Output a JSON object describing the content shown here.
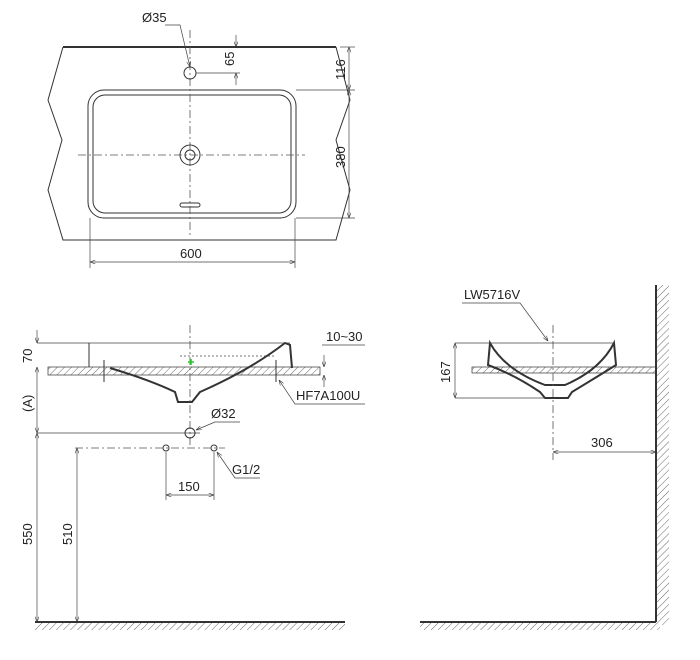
{
  "top_view": {
    "tap_hole_dia": "Ø35",
    "tap_hole_offset": "65",
    "rim_to_bowl": "116",
    "bowl_depth": "380",
    "bowl_width": "600"
  },
  "front_view": {
    "rim_height": "70",
    "counter_height_label": "(A)",
    "counter_thickness": "10~30",
    "bracket_model": "HF7A100U",
    "drain_dia": "Ø32",
    "supply_thread": "G1/2",
    "supply_spacing": "150",
    "drain_height": "550",
    "supply_height": "510"
  },
  "side_view": {
    "basin_model": "LW5716V",
    "basin_height": "167",
    "wall_offset": "306"
  }
}
